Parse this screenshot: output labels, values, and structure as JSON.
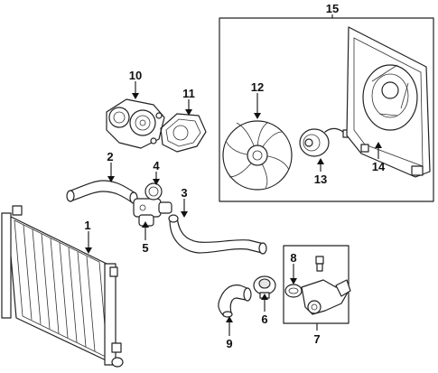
{
  "callouts": {
    "c1": "1",
    "c2": "2",
    "c3": "3",
    "c4": "4",
    "c5": "5",
    "c6": "6",
    "c7": "7",
    "c8": "8",
    "c9": "9",
    "c10": "10",
    "c11": "11",
    "c12": "12",
    "c13": "13",
    "c14": "14",
    "c15": "15"
  },
  "colors": {
    "line": "#222222",
    "background": "#ffffff",
    "shade": "#e6e6e6"
  }
}
